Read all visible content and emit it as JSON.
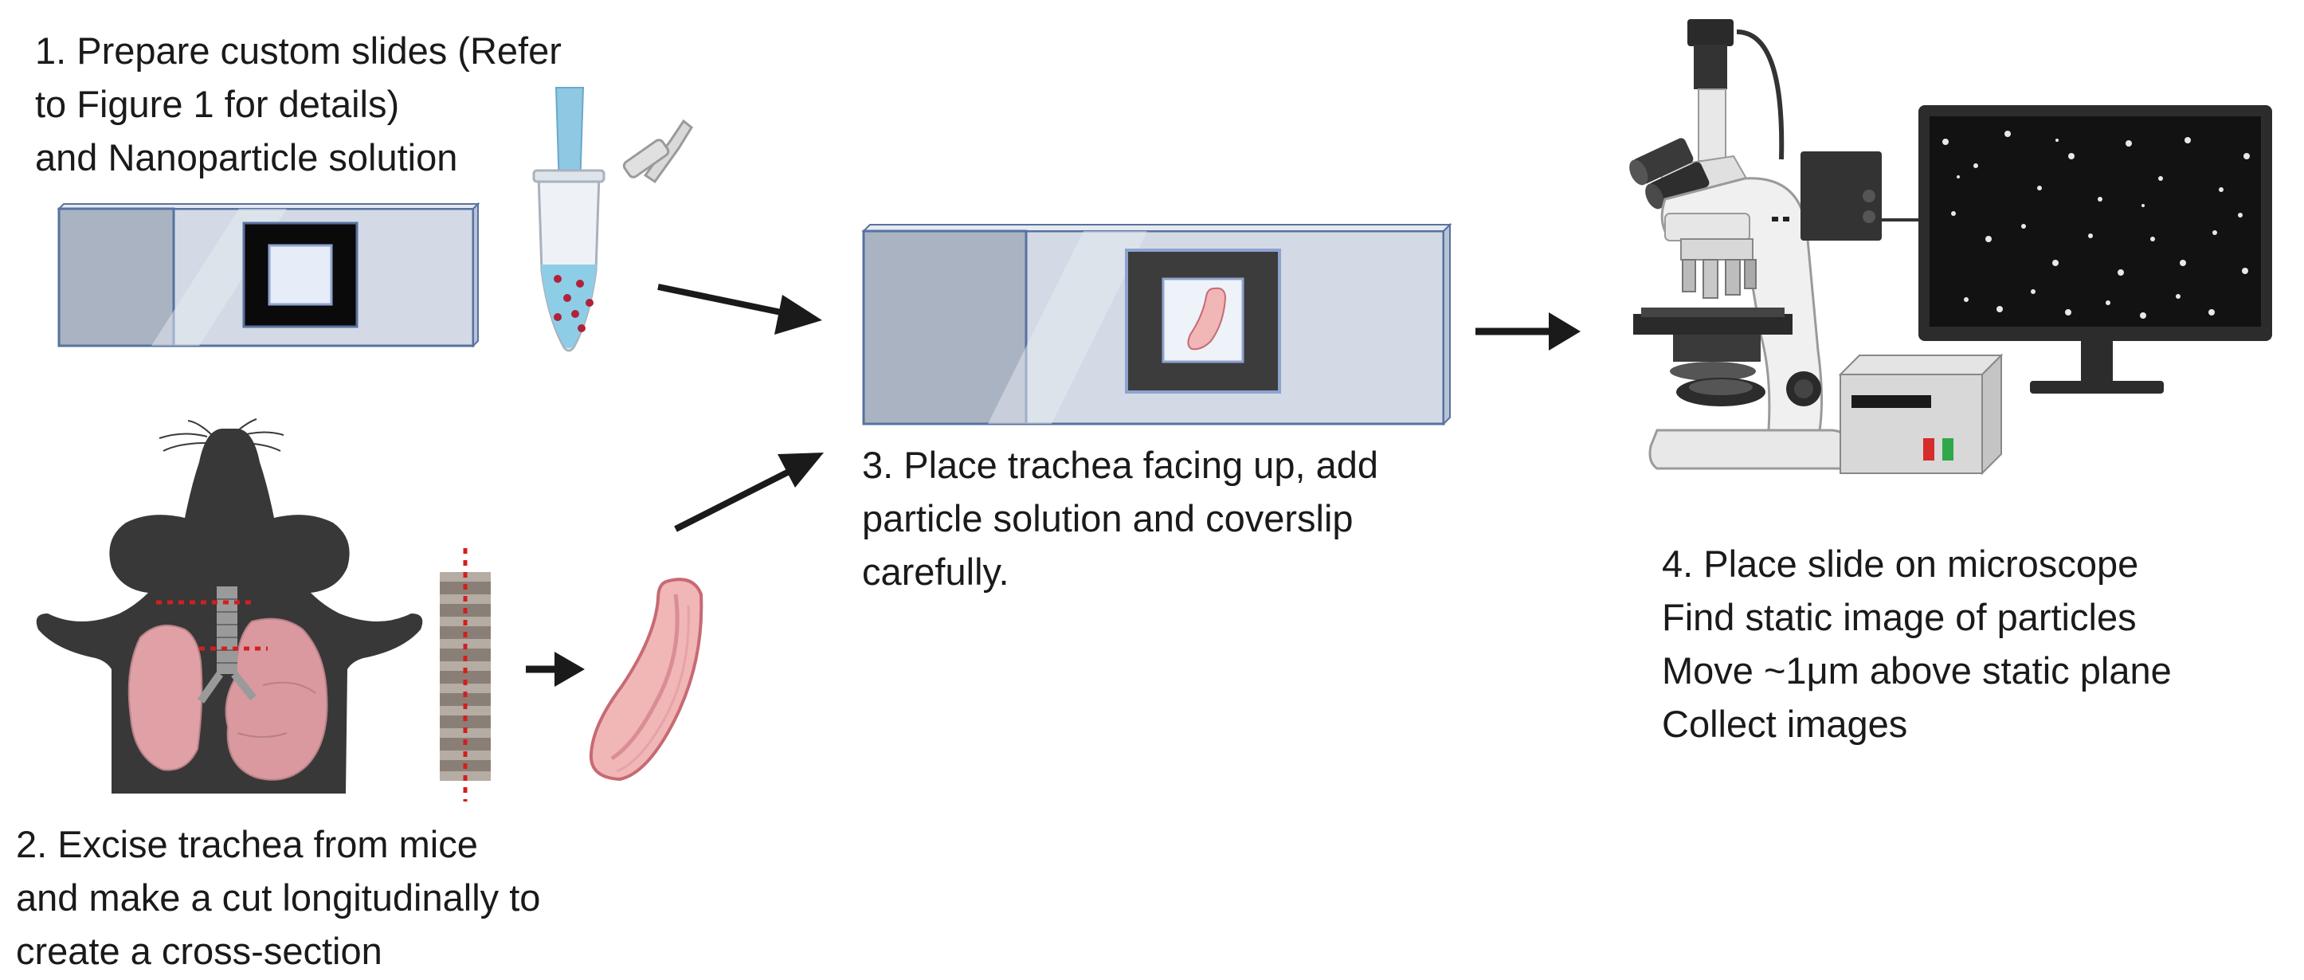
{
  "steps": [
    {
      "id": "step-1",
      "lines": [
        "1. Prepare custom slides (Refer",
        "to Figure 1 for details)",
        "and Nanoparticle solution"
      ]
    },
    {
      "id": "step-2",
      "lines": [
        "2. Excise trachea from mice",
        "and make a cut longitudinally to",
        "create a cross-section"
      ]
    },
    {
      "id": "step-3",
      "lines": [
        "3. Place trachea facing up, add",
        "particle solution and coverslip",
        "carefully."
      ]
    },
    {
      "id": "step-4",
      "lines": [
        "4. Place slide on microscope",
        "Find static image of particles",
        "Move ~1μm above static plane",
        "Collect images"
      ]
    }
  ],
  "icons": {
    "glass_slide": "glass-slide-icon",
    "tube": "microcentrifuge-tube-icon",
    "mouse": "mouse-dissection-icon",
    "trachea": "trachea-segment-icon",
    "trachea_half": "trachea-half-icon",
    "microscope": "microscope-icon",
    "monitor": "monitor-icon",
    "controller": "controller-box-icon",
    "arrow": "arrow-icon"
  },
  "colors": {
    "text": "#1a1a1a",
    "slide_glass": "#d3dae5",
    "slide_frost": "#a9b3c2",
    "slide_edge": "#5872a0",
    "well_black": "#0a0a0a",
    "tissue_pink": "#f1b6b6",
    "cut_line": "#d21f1f",
    "mouse_body": "#383838",
    "lung_pink": "#dfa1a6",
    "arrow": "#1a1a1a",
    "solution_blue": "#8ecde6",
    "particle_red": "#b0223a"
  }
}
